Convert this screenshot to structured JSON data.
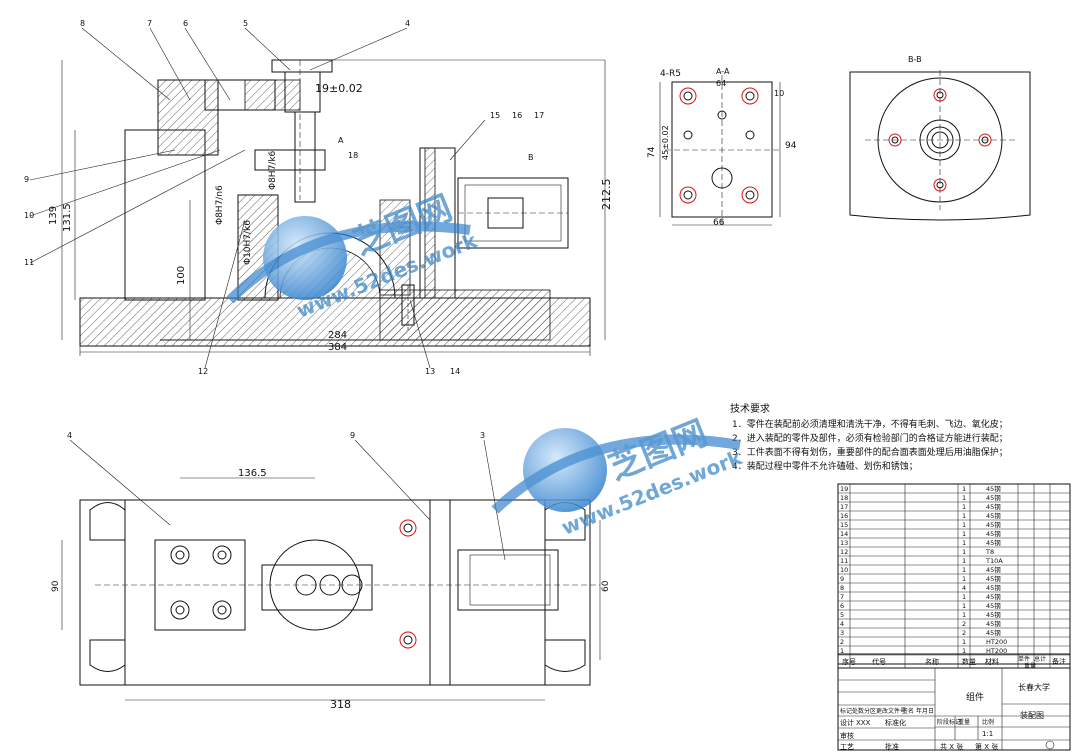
{
  "title_block": {
    "school": "长春大学",
    "drawing_type": "装配图",
    "group_label": "组件",
    "scale": "1:1",
    "design_label": "设计",
    "design_name": "XXX",
    "standard_label": "标准化",
    "process_label": "工艺",
    "review_label": "审核",
    "approve_label": "批准",
    "stage_label": "阶段标记",
    "weight_label": "重量",
    "ratio_label": "比例",
    "sheet_total": "共 X 张",
    "sheet_no": "第 X 张",
    "mark_label": "标记",
    "zones_label": "处数",
    "zone_label": "分区",
    "change_doc_label": "更改文件号",
    "signature_label": "签名",
    "date_label": "年月日"
  },
  "bom_header": {
    "seq": "序号",
    "code": "代号",
    "name": "名称",
    "qty": "数量",
    "material": "材料",
    "unit_weight": "单件",
    "total_weight": "总计",
    "weight": "重量",
    "remarks": "备注"
  },
  "bom": [
    {
      "no": "19",
      "qty": "1",
      "mat": "45钢"
    },
    {
      "no": "18",
      "qty": "1",
      "mat": "45钢"
    },
    {
      "no": "17",
      "qty": "1",
      "mat": "45钢"
    },
    {
      "no": "16",
      "qty": "1",
      "mat": "45钢"
    },
    {
      "no": "15",
      "qty": "1",
      "mat": "45钢"
    },
    {
      "no": "14",
      "qty": "1",
      "mat": "45钢"
    },
    {
      "no": "13",
      "qty": "1",
      "mat": "45钢"
    },
    {
      "no": "12",
      "qty": "1",
      "mat": "T8"
    },
    {
      "no": "11",
      "qty": "1",
      "mat": "T10A"
    },
    {
      "no": "10",
      "qty": "1",
      "mat": "45钢"
    },
    {
      "no": "9",
      "qty": "1",
      "mat": "45钢"
    },
    {
      "no": "8",
      "qty": "4",
      "mat": "45钢"
    },
    {
      "no": "7",
      "qty": "1",
      "mat": "45钢"
    },
    {
      "no": "6",
      "qty": "1",
      "mat": "45钢"
    },
    {
      "no": "5",
      "qty": "1",
      "mat": "45钢"
    },
    {
      "no": "4",
      "qty": "2",
      "mat": "45钢"
    },
    {
      "no": "3",
      "qty": "2",
      "mat": "45钢"
    },
    {
      "no": "2",
      "qty": "1",
      "mat": "HT200"
    },
    {
      "no": "1",
      "qty": "1",
      "mat": "HT200"
    }
  ],
  "tech_req": {
    "heading": "技术要求",
    "items": [
      "1．零件在装配前必须清理和清洗干净，不得有毛刺、飞边、氧化皮；",
      "2．进入装配的零件及部件，必须有检验部门的合格证方能进行装配；",
      "3．工件表面不得有划伤，重要部件的配合面表面处理后用油脂保护；",
      "4．装配过程中零件不允许磕碰、划伤和锈蚀；"
    ]
  },
  "dims": {
    "tol_top": "19±0.02",
    "total_height": "212.5",
    "h139": "139",
    "h131": "131.5",
    "h100": "100",
    "w284": "284",
    "w384": "384",
    "w318": "318",
    "w136": "136.5",
    "fit1": "Φ8H7/k6",
    "fit2": "Φ8H7/n6",
    "fit3": "Φ10H7/k6",
    "side_74": "74",
    "side_66": "66",
    "side_94": "94",
    "side_45": "45±0.02",
    "side_64": "64",
    "side_10": "10",
    "side_4r5": "4-R5",
    "plan_90": "90",
    "plan_60": "60",
    "view_a": "A",
    "view_b": "B",
    "view_bb": "B-B",
    "view_aa": "A-A"
  },
  "callouts": [
    "8",
    "7",
    "6",
    "5",
    "4",
    "9",
    "10",
    "11",
    "12",
    "13",
    "14",
    "15",
    "16",
    "17",
    "18",
    "4",
    "9",
    "3"
  ],
  "watermark": {
    "brand": "芝图网",
    "url": "www.52des.work"
  }
}
